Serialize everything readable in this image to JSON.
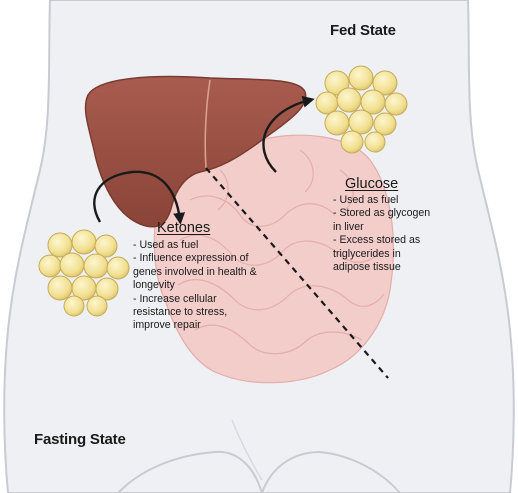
{
  "states": {
    "fed": "Fed State",
    "fasting": "Fasting State"
  },
  "glucose": {
    "heading": "Glucose",
    "items": [
      "- Used as fuel",
      "- Stored as glycogen\nin liver",
      "- Excess stored as\ntriglycerides in\nadipose tissue"
    ]
  },
  "ketones": {
    "heading": "Ketones",
    "items": [
      "- Used as fuel",
      "- Influence expression of\ngenes involved in health &\nlongevity",
      "- Increase cellular\nresistance to stress,\nimprove repair"
    ]
  },
  "colors": {
    "liver": "#9b5246",
    "intestine": "#f0c7c4",
    "body_outline": "#c8ccd2",
    "fat_cell": "#f3e39d",
    "arrow": "#1a1a1a"
  }
}
